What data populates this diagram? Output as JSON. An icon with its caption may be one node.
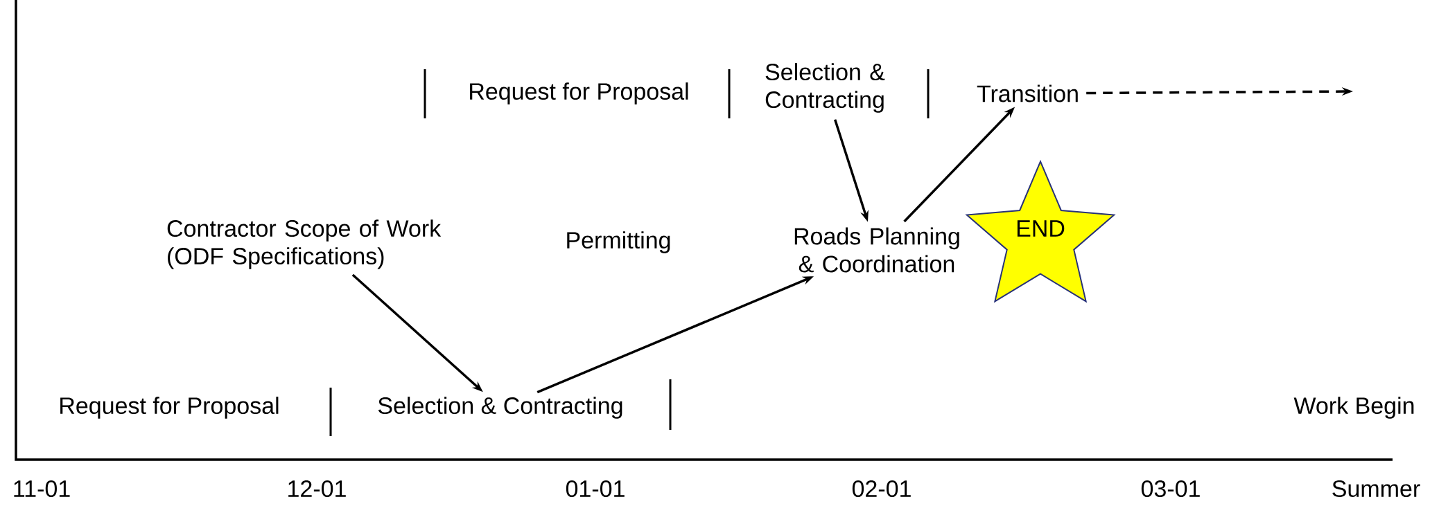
{
  "diagram": {
    "nodes": [
      {
        "text": [
          "Request for Proposal"
        ]
      },
      {
        "text": [
          "Selection & Contracting"
        ]
      },
      {
        "text": [
          "Transition"
        ]
      },
      {
        "text": [
          "Contractor Scope of Work (ODF Specifications)"
        ]
      },
      {
        "text": [
          "Permitting"
        ]
      },
      {
        "text": [
          "Roads Planning & Coordination"
        ]
      },
      {
        "text": [
          "END"
        ]
      },
      {
        "text": [
          "Request for Proposal"
        ]
      },
      {
        "text": [
          "Selection & Contracting"
        ]
      },
      {
        "text": [
          "Work Begin"
        ]
      }
    ],
    "edges": [
      {
        "from": 3,
        "to": 8,
        "arrow": "to"
      },
      {
        "from": 8,
        "to": 5,
        "arrow": "to"
      },
      {
        "from": 1,
        "to": 5,
        "arrow": "to"
      },
      {
        "from": 5,
        "to": 2,
        "arrow": "to"
      },
      {
        "from": 2,
        "to": null,
        "arrow": "to",
        "style": "dashed"
      }
    ],
    "labels": [
      "11-01",
      "12-01",
      "01-01",
      "02-01",
      "03-01",
      "Summer"
    ]
  }
}
